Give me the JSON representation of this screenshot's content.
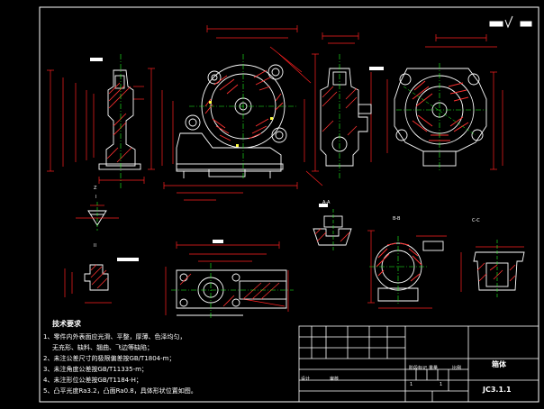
{
  "tech_requirements": {
    "title": "技术要求",
    "items": [
      "1、零件内外表面应光滑、平整，厚薄、色泽均匀，",
      "无充形、缺料、翘曲、飞边等缺陷；",
      "2、未注公差尺寸的极限偏差按GB/T1804-m；",
      "3、未注角度公差按GB/T11335-m；",
      "4、未注形位公差按GB/T1184-H；",
      "5、凸平光度Ra3.2，凸面Ra0.8，具体形状位置如图。"
    ]
  },
  "title_block": {
    "part_name": "箱体",
    "drawing_no": "JC3.1.1",
    "designer_label": "设计",
    "reviewer_label": "审核",
    "stage_label": "阶段标记",
    "weight_label": "重量",
    "scale_label": "比例",
    "sheet_a": "1",
    "sheet_b": "1"
  },
  "views": {
    "section_a": "A-A",
    "section_b": "B-B",
    "section_c": "C-C",
    "detail_i": "I",
    "detail_ii": "II",
    "ref_z": "Z"
  },
  "colors": {
    "outline": "#ffffff",
    "dimension": "#ff2020",
    "centerline": "#20ff20",
    "hatch": "#ff3030",
    "marker": "#ffff40",
    "frame": "#ffffff"
  }
}
